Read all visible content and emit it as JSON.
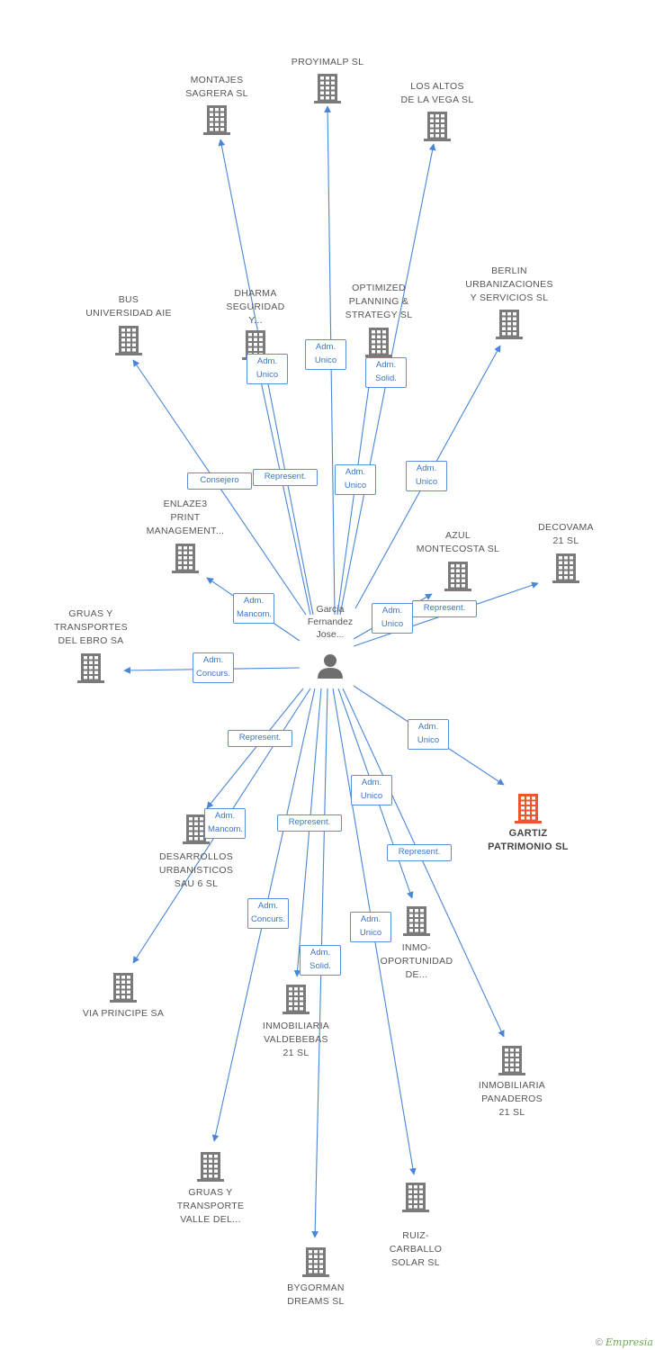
{
  "center": {
    "name": "Garcia\nFernandez\nJose..."
  },
  "colors": {
    "edge": "#4a86d8",
    "building": "#7a7a7a",
    "target": "#f0562d"
  },
  "nodes": [
    {
      "id": "proyimalp",
      "label": "PROYIMALP SL"
    },
    {
      "id": "montajes",
      "label": "MONTAJES\nSAGRERA SL"
    },
    {
      "id": "altos",
      "label": "LOS ALTOS\nDE LA VEGA SL"
    },
    {
      "id": "berlin",
      "label": "BERLIN\nURBANIZACIONES\nY SERVICIOS SL"
    },
    {
      "id": "bus",
      "label": "BUS\nUNIVERSIDAD AIE"
    },
    {
      "id": "dharma",
      "label": "DHARMA\nSEGURIDAD\nY..."
    },
    {
      "id": "optimized",
      "label": "OPTIMIZED\nPLANNING &\nSTRATEGY SL"
    },
    {
      "id": "enlaze",
      "label": "ENLAZE3\nPRINT\nMANAGEMENT..."
    },
    {
      "id": "azul",
      "label": "AZUL\nMONTECOSTA SL"
    },
    {
      "id": "decovama",
      "label": "DECOVAMA\n21 SL"
    },
    {
      "id": "gruasebro",
      "label": "GRUAS Y\nTRANSPORTES\nDEL EBRO SA"
    },
    {
      "id": "gartiz",
      "label": "GARTIZ\nPATRIMONIO SL",
      "highlight": true
    },
    {
      "id": "desarrollos",
      "label": "DESARROLLOS\nURBANISTICOS\nSAU 6 SL"
    },
    {
      "id": "inmooport",
      "label": "INMO-\nOPORTUNIDAD\nDE..."
    },
    {
      "id": "viaprincipe",
      "label": "VIA PRINCIPE SA"
    },
    {
      "id": "valdebebas",
      "label": "INMOBILIARIA\nVALDEBEBAS\n21 SL"
    },
    {
      "id": "panaderos",
      "label": "INMOBILIARIA\nPANADEROS\n21 SL"
    },
    {
      "id": "gruasvalle",
      "label": "GRUAS Y\nTRANSPORTE\nVALLE DEL..."
    },
    {
      "id": "ruiz",
      "label": "RUIZ-\nCARBALLO\nSOLAR SL"
    },
    {
      "id": "bygorman",
      "label": "BYGORMAN\nDREAMS SL"
    }
  ],
  "relations": [
    {
      "target": "proyimalp",
      "label": "Adm.\nUnico"
    },
    {
      "target": "montajes",
      "label": "Represent."
    },
    {
      "target": "dharma",
      "label": "Adm.\nUnico"
    },
    {
      "target": "altos",
      "label": "Adm.\nUnico"
    },
    {
      "target": "optimized",
      "label": "Adm.\nSolid."
    },
    {
      "target": "berlin",
      "label": "Adm.\nUnico"
    },
    {
      "target": "bus",
      "label": "Consejero"
    },
    {
      "target": "enlaze",
      "label": "Adm.\nMancom."
    },
    {
      "target": "azul",
      "label": "Adm.\nUnico"
    },
    {
      "target": "decovama",
      "label": "Represent."
    },
    {
      "target": "gruasebro",
      "label": "Adm.\nConcurs."
    },
    {
      "target": "gartiz",
      "label": "Adm.\nUnico"
    },
    {
      "target": "desarrollos",
      "label": "Represent."
    },
    {
      "target": "viaprincipe",
      "label": "Adm.\nMancom."
    },
    {
      "target": "valdebebas",
      "label": "Represent."
    },
    {
      "target": "inmooport",
      "label": "Adm.\nUnico"
    },
    {
      "target": "panaderos",
      "label": "Represent."
    },
    {
      "target": "gruasvalle",
      "label": "Adm.\nConcurs."
    },
    {
      "target": "bygorman",
      "label": "Adm.\nSolid."
    },
    {
      "target": "ruiz",
      "label": "Adm.\nUnico"
    }
  ],
  "footer": {
    "copyright": "©",
    "brand": "Empresia"
  }
}
